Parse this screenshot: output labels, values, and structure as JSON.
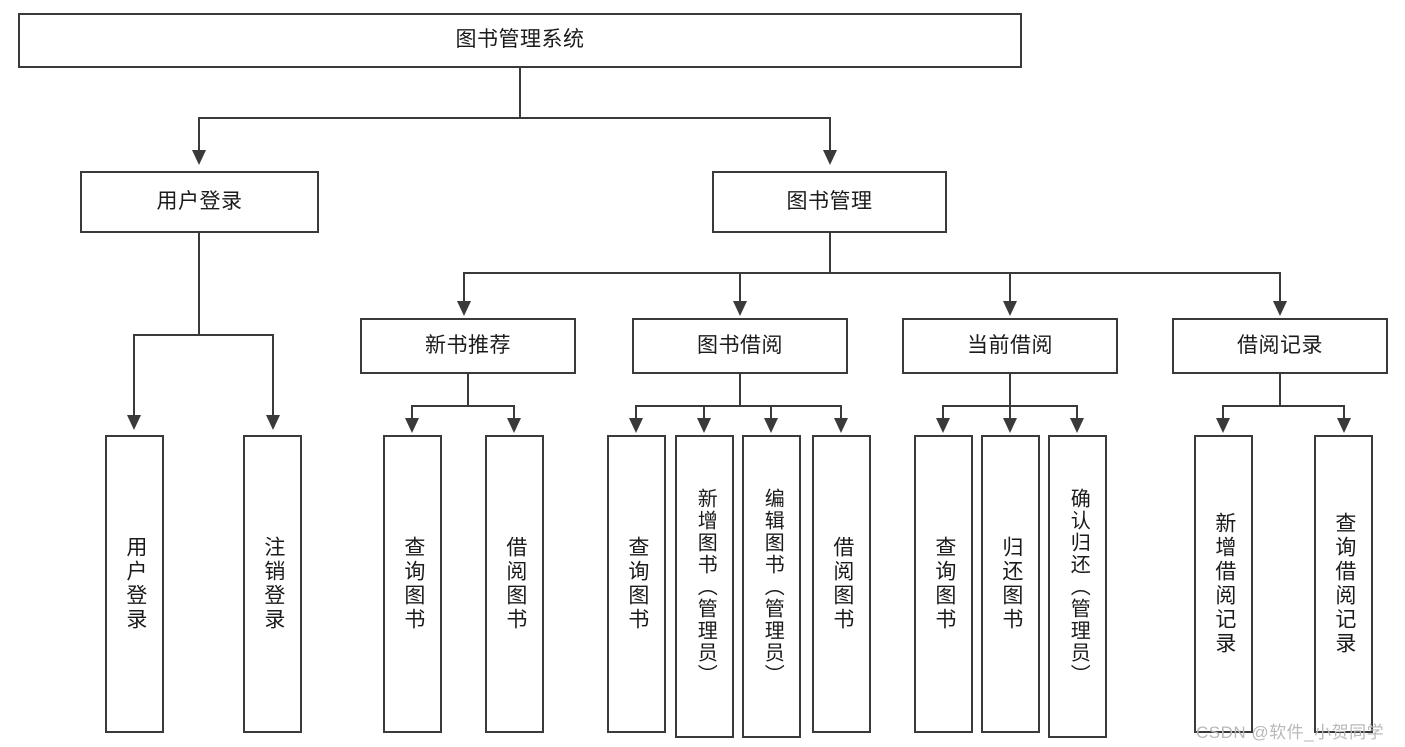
{
  "diagram": {
    "title": "图书管理系统",
    "type": "hierarchy-tree",
    "root": {
      "label": "图书管理系统"
    },
    "level2": [
      {
        "label": "用户登录"
      },
      {
        "label": "图书管理"
      }
    ],
    "level3": [
      {
        "label": "新书推荐"
      },
      {
        "label": "图书借阅"
      },
      {
        "label": "当前借阅"
      },
      {
        "label": "借阅记录"
      }
    ],
    "leaves": {
      "user_login": [
        {
          "label": "用户登录"
        },
        {
          "label": "注销登录"
        }
      ],
      "new_book_recommend": [
        {
          "label": "查询图书"
        },
        {
          "label": "借阅图书"
        }
      ],
      "book_borrow": [
        {
          "label": "查询图书"
        },
        {
          "label": "新增图书（管理员）"
        },
        {
          "label": "编辑图书（管理员）"
        },
        {
          "label": "借阅图书"
        }
      ],
      "current_borrow": [
        {
          "label": "查询图书"
        },
        {
          "label": "归还图书"
        },
        {
          "label": "确认归还（管理员）"
        }
      ],
      "borrow_record": [
        {
          "label": "新增借阅记录"
        },
        {
          "label": "查询借阅记录"
        }
      ]
    }
  },
  "watermark": {
    "text": "CSDN @软件_小贺同学"
  },
  "colors": {
    "stroke": "#3a3a3a",
    "fill": "#ffffff",
    "text": "#1b1b1b",
    "watermark": "#b9b9b9"
  }
}
